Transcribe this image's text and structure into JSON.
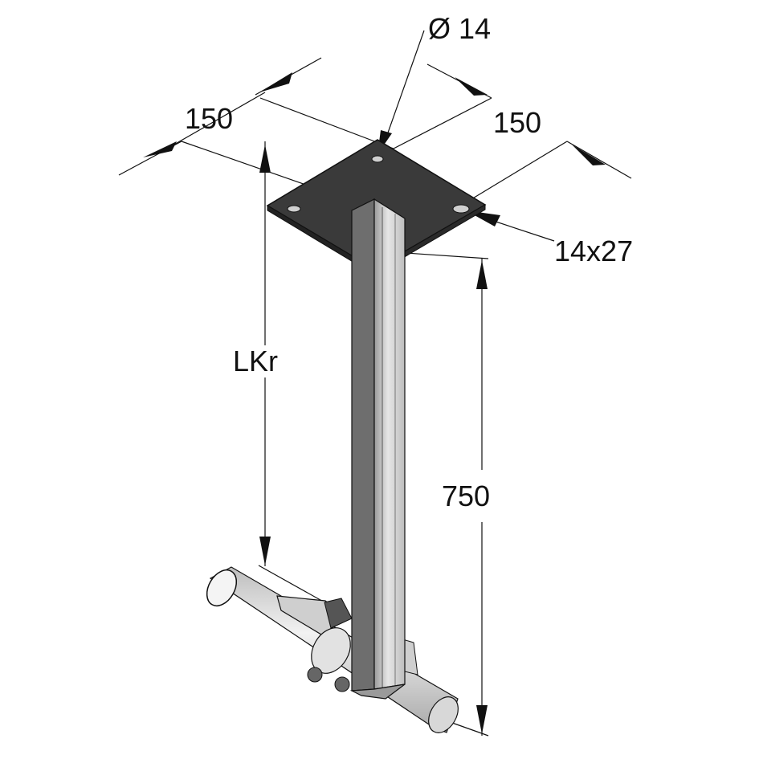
{
  "dimensions": {
    "hole_diameter": "Ø 14",
    "plate_width_left": "150",
    "plate_width_right": "150",
    "slot_size": "14x27",
    "length_label": "LKr",
    "rail_length": "750"
  },
  "colors": {
    "plate": "#3a3a3a",
    "rail": "#d6d6d6",
    "pipe": "#e4e4e4",
    "line": "#111111"
  }
}
